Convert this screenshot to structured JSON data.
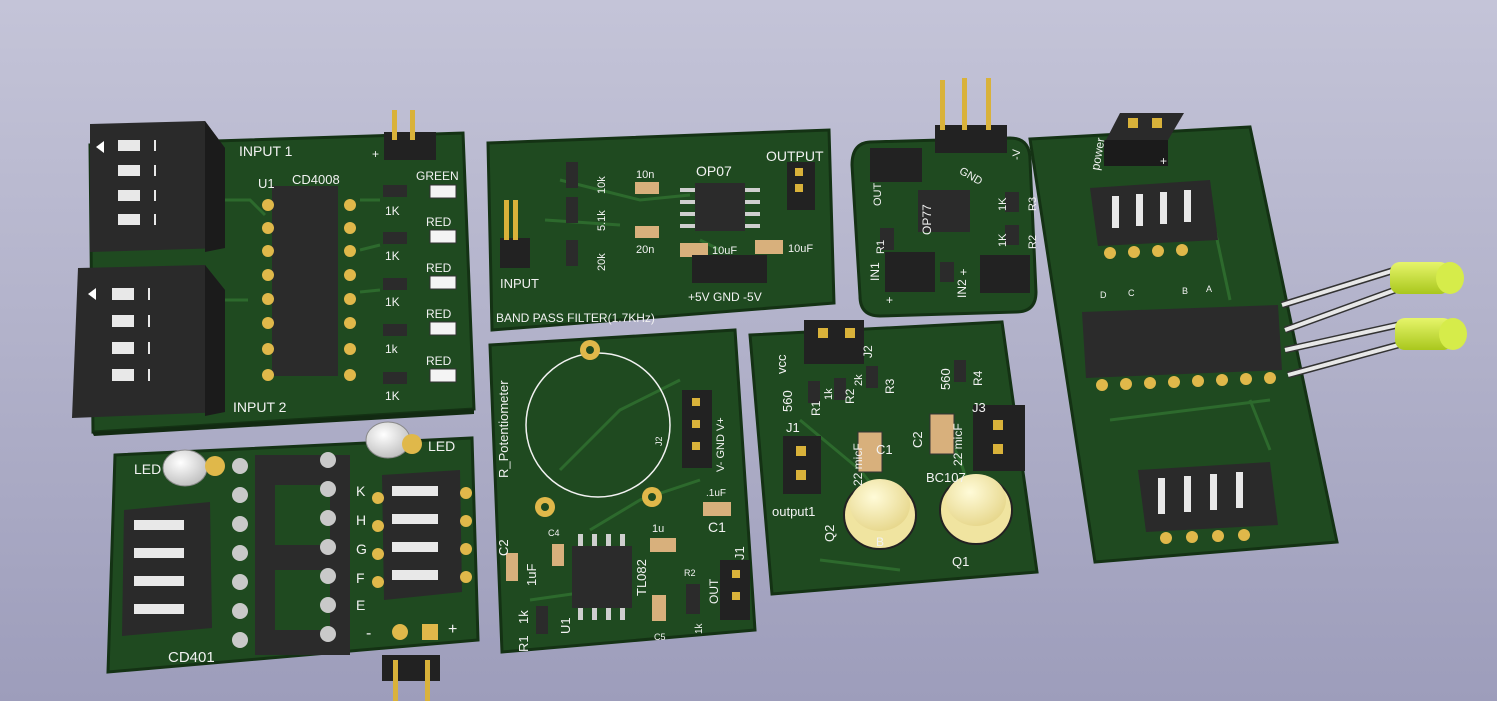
{
  "theme": {
    "background": "#b3b3cb",
    "board": "#1f4a20",
    "board_edge": "#143214",
    "silkscreen": "#f2f2f2",
    "pad": "#e0b84a",
    "component_body": "#2b2b2b",
    "led_green": "#c6e62a",
    "led_red_off": "#f4f4f4"
  },
  "boards": {
    "input": {
      "input1": "INPUT 1",
      "input2": "INPUT 2",
      "ref": "U1",
      "chip": "CD4008",
      "plus": "+",
      "labels_right": [
        "GREEN",
        "RED",
        "RED",
        "RED",
        "RED"
      ],
      "res_labels": [
        "1K",
        "1K",
        "1K",
        "1k",
        "1K"
      ]
    },
    "bandpass": {
      "output": "OUTPUT",
      "input": "INPUT",
      "title": "BAND PASS FILTER(1.7KHz)",
      "op": "OP07",
      "r10k": "10k",
      "r51k": "5.1k",
      "r20k": "20k",
      "c10n": "10n",
      "c20n": "20n",
      "c10u_a": "10uF",
      "c10u_b": "10uF",
      "supply": "+5V  GND  -5V"
    },
    "op77": {
      "op": "OP77",
      "out": "OUT",
      "gnd": "GND",
      "vminus": "-V",
      "in1": "IN1",
      "in2": "IN2",
      "r1": "R1",
      "r2": "R2",
      "r3": "R3",
      "k1a": "1K",
      "k1b": "1K",
      "plus_a": "+",
      "plus_b": "+"
    },
    "clock": {
      "power": "power",
      "plus": "+",
      "pins": [
        "D",
        "C",
        "B",
        "A"
      ]
    },
    "led": {
      "led_left": "LED",
      "led_right": "LED",
      "chip": "CD401",
      "letters": [
        "K",
        "H",
        "G",
        "F",
        "E"
      ],
      "minus": "-",
      "plus": "+"
    },
    "pot": {
      "title": "R_Potentiometer",
      "j2": "J2",
      "vlabels": "V- GND V+",
      "c2": "C2",
      "c2val": "1uF",
      "c4": "C4",
      "c1": "C1",
      "c1val": ".1uF",
      "c5": "C5",
      "r1": "R1",
      "r1val": "1k",
      "r2": "R2",
      "u1": "U1",
      "chip": "TL082",
      "c3val": "1u",
      "out": "OUT",
      "j1": "J1",
      "k1": "1k"
    },
    "amp": {
      "vcc": "vcc",
      "j2": "J2",
      "r560a": "560",
      "r560b": "560",
      "r1": "R1",
      "r1val": "1k",
      "r2": "R2",
      "r2val": "2k",
      "r3": "R3",
      "r4": "R4",
      "j1": "J1",
      "j3": "J3",
      "c1": "C1",
      "c1val": "22 micF",
      "c2": "C2",
      "c2val": "22 micF",
      "output": "output1",
      "q2": "Q2",
      "q1": "Q1",
      "bc": "BC107",
      "b": "B"
    }
  }
}
